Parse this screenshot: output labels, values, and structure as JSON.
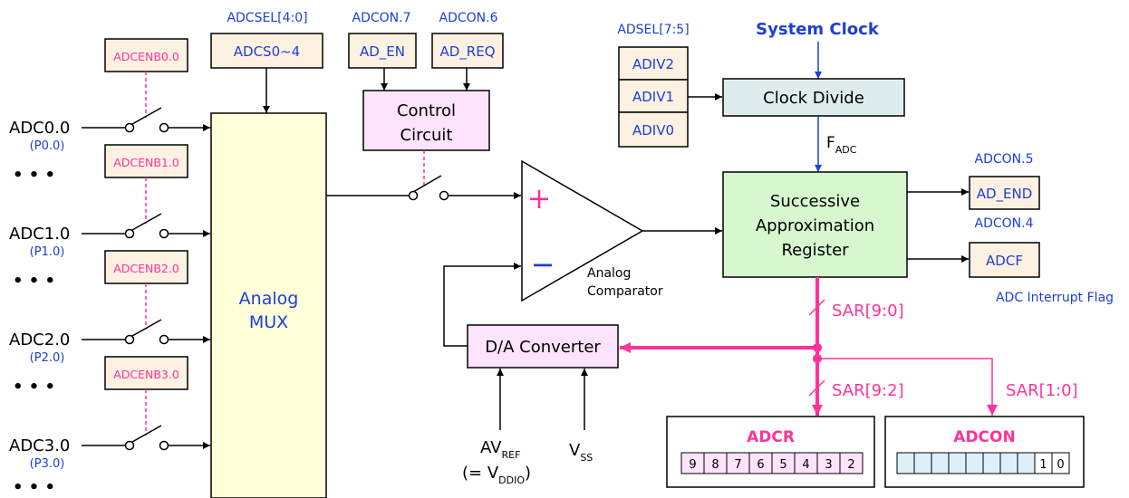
{
  "colors": {
    "black": "#000000",
    "blue_text": "#1c3fd6",
    "pink": "#ff3399",
    "box_peach": "#fdf1e2",
    "mux_yellow": "#ffffd9",
    "control_pink": "#fde3fb",
    "clock_blue": "#deeced",
    "sar_green": "#d7f8cf",
    "adcon_cell": "#dfeff9",
    "dashed_pink": "#ff3399"
  },
  "top_labels": {
    "adcsel": "ADCSEL[4:0]",
    "adcon7": "ADCON.7",
    "adcon6": "ADCON.6",
    "adsel": "ADSEL[7:5]",
    "system_clock": "System Clock"
  },
  "boxes": {
    "adcs": "ADCS0~4",
    "ad_en": "AD_EN",
    "ad_req": "AD_REQ",
    "control_line1": "Control",
    "control_line2": "Circuit",
    "adiv": [
      "ADIV2",
      "ADIV1",
      "ADIV0"
    ],
    "clock_divide": "Clock Divide",
    "fadc_main": "F",
    "fadc_sub": "ADC",
    "sar_lines": [
      "Successive",
      "Approximation",
      "Register"
    ],
    "mux_line1": "Analog",
    "mux_line2": "MUX",
    "comparator_line1": "Analog",
    "comparator_line2": "Comparator",
    "dac": "D/A Converter",
    "ad_end": "AD_END",
    "adcf": "ADCF",
    "adcon5": "ADCON.5",
    "adcon4": "ADCON.4",
    "interrupt_flag": "ADC Interrupt Flag"
  },
  "channels": [
    {
      "enable": "ADCENB0.0",
      "name": "ADC0.0",
      "pin": "(P0.0)"
    },
    {
      "enable": "ADCENB1.0",
      "name": "ADC1.0",
      "pin": "(P1.0)"
    },
    {
      "enable": "ADCENB2.0",
      "name": "ADC2.0",
      "pin": "(P2.0)"
    },
    {
      "enable": "ADCENB3.0",
      "name": "ADC3.0",
      "pin": "(P3.0)"
    }
  ],
  "dots": "• • •",
  "buses": {
    "sar_full": "SAR[9:0]",
    "sar_high": "SAR[9:2]",
    "sar_low": "SAR[1:0]"
  },
  "comparator_signs": {
    "plus": "+",
    "minus": "−"
  },
  "references": {
    "avref_main": "AV",
    "avref_sub": "REF",
    "avref_eq_prefix": "(= V",
    "avref_eq_sub": "DDIO",
    "avref_eq_suffix": ")",
    "vss_main": "V",
    "vss_sub": "SS"
  },
  "registers": {
    "adcr_title": "ADCR",
    "adcr_bits": [
      "9",
      "8",
      "7",
      "6",
      "5",
      "4",
      "3",
      "2"
    ],
    "adcon_title": "ADCON",
    "adcon_bits": [
      "",
      "",
      "",
      "",
      "",
      "",
      "",
      "",
      "1",
      "0"
    ]
  }
}
